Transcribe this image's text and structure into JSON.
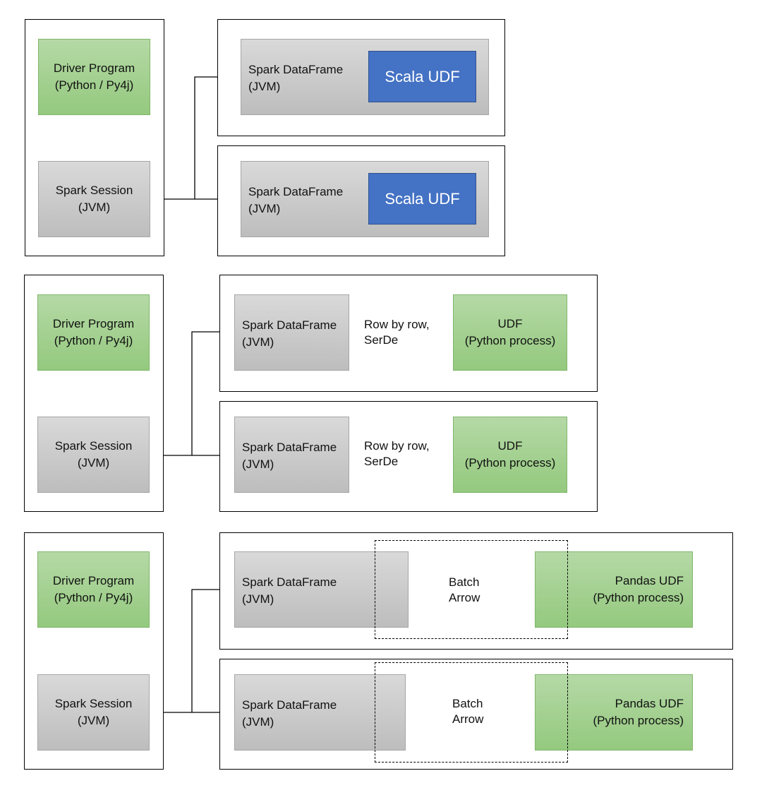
{
  "driver": {
    "line1": "Driver Program",
    "line2": "(Python / Py4j)"
  },
  "session": {
    "line1": "Spark Session",
    "line2": "(JVM)"
  },
  "dataframe": {
    "line1": "Spark DataFrame",
    "line2": "(JVM)"
  },
  "scala_udf": {
    "label": "Scala UDF"
  },
  "python_udf": {
    "line1": "UDF",
    "line2": "(Python process)"
  },
  "pandas_udf": {
    "line1": "Pandas UDF",
    "line2": "(Python process)"
  },
  "rowbyrow": {
    "line1": "Row by row,",
    "line2": "SerDe"
  },
  "batch": {
    "line1": "Batch",
    "line2": "Arrow"
  },
  "colors": {
    "gray": "#bfbfbf",
    "green": "#a9d18e",
    "blue": "#4472c4"
  }
}
